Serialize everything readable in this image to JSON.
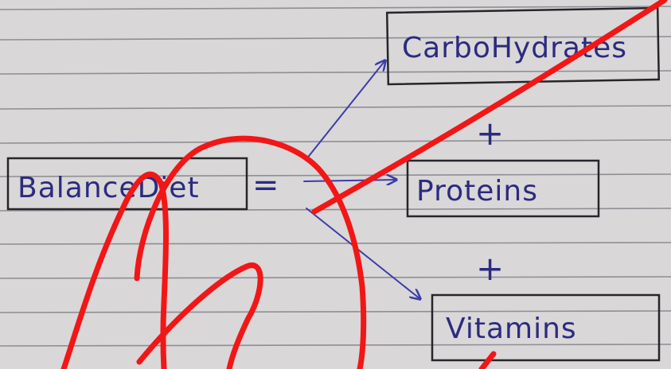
{
  "diagram": {
    "left_term": "BalanceDiet",
    "equals_sign": "=",
    "components": [
      "CarboHydrates",
      "Proteins",
      "Vitamins"
    ],
    "plus_sign": "+"
  }
}
